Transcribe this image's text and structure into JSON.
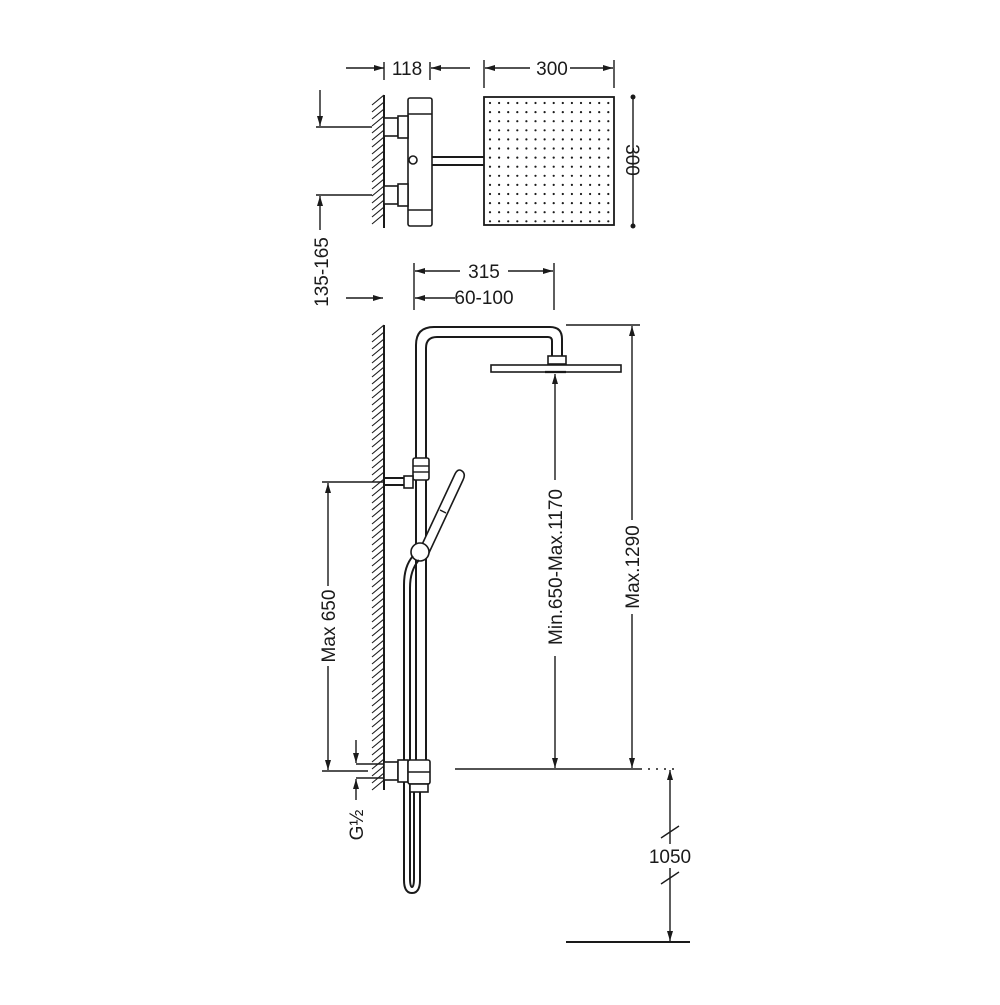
{
  "dimensions": {
    "top_width_mixer": "118",
    "top_width_head": "300",
    "top_height_head": "300",
    "eccentric_spacing": "135-165",
    "column_reach": "315",
    "wall_offset": "60-100",
    "head_height_range": "Min.650-Max.1170",
    "total_height": "Max.1290",
    "bracket_height": "Max 650",
    "thread": "G½",
    "floor_height": "1050"
  },
  "colors": {
    "line": "#1a1a1a",
    "background": "#ffffff"
  }
}
